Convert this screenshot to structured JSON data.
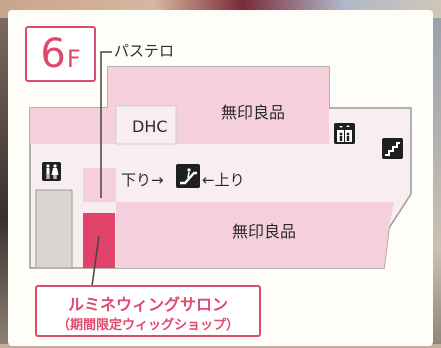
{
  "floor": {
    "number": "6",
    "suffix": "F"
  },
  "stores": {
    "pastero": "パステロ",
    "dhc": "DHC",
    "muji_top": "無印良品",
    "muji_bottom": "無印良品",
    "lumine_wing_salon": "ルミネウィングサロン"
  },
  "escalator": {
    "down_label": "下り→",
    "up_label": "←上り"
  },
  "callout": {
    "title": "ルミネウィングサロン",
    "subtitle": "（期間限定ウィッグショップ）"
  },
  "icons": {
    "restroom": "restroom-icon",
    "elevator": "elevator-icon",
    "stairs": "stairs-icon",
    "escalator": "escalator-icon"
  },
  "colors": {
    "store_pink": "#f5cfdc",
    "corridor": "#f8eef2",
    "highlight": "#e0426a",
    "accent_text": "#dd4a6d",
    "grey_area": "#d9d6d2"
  }
}
